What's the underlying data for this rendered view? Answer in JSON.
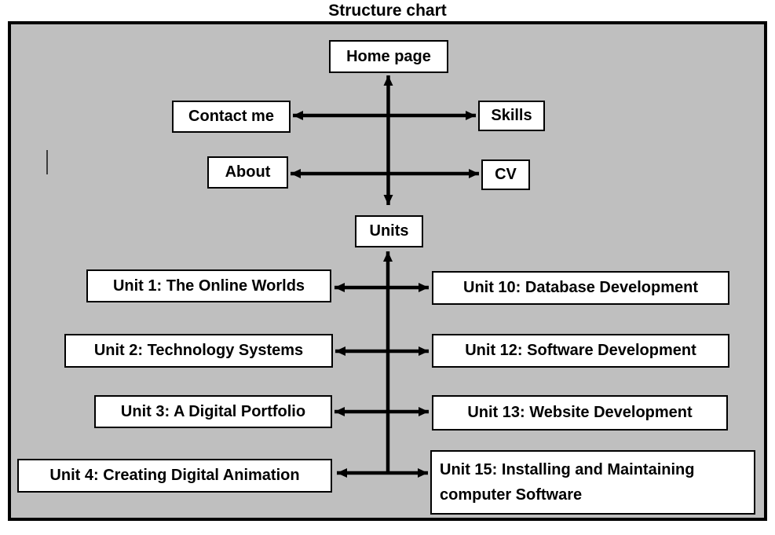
{
  "title": "Structure chart",
  "colors": {
    "panel_background": "#bfbfbf",
    "node_background": "#ffffff",
    "node_border": "#000000",
    "connector": "#000000",
    "text": "#000000"
  },
  "nodes": {
    "home": "Home page",
    "contact": "Contact me",
    "skills": "Skills",
    "about": "About",
    "cv": "CV",
    "units": "Units",
    "unit1": "Unit 1: The Online Worlds",
    "unit10": "Unit 10: Database Development",
    "unit2": "Unit 2: Technology Systems",
    "unit12": "Unit 12: Software Development",
    "unit3": "Unit 3: A Digital Portfolio",
    "unit13": "Unit 13: Website Development",
    "unit4": "Unit 4: Creating Digital Animation",
    "unit15": {
      "line1": "Unit 15: Installing and Maintaining",
      "line2": "computer Software"
    }
  },
  "edges": [
    {
      "from": "home",
      "to": "units",
      "arrow": "double-headed"
    },
    {
      "from": "contact",
      "to": "skills",
      "arrow": "double-headed"
    },
    {
      "from": "about",
      "to": "cv",
      "arrow": "double-headed"
    },
    {
      "from": "unit1",
      "to": "unit10",
      "arrow": "double-headed"
    },
    {
      "from": "unit2",
      "to": "unit12",
      "arrow": "double-headed"
    },
    {
      "from": "unit3",
      "to": "unit13",
      "arrow": "double-headed"
    },
    {
      "from": "unit4",
      "to": "unit15",
      "arrow": "double-headed"
    }
  ]
}
